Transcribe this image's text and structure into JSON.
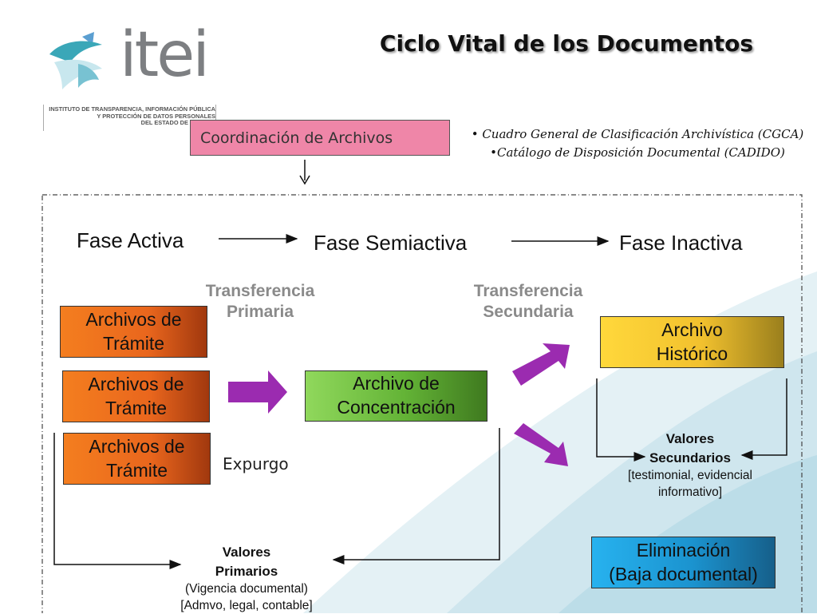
{
  "title": "Ciclo Vital de los Documentos",
  "logo": {
    "word": "itei",
    "subtitle_lines": [
      "INSTITUTO DE TRANSPARENCIA, INFORMACIÓN PÚBLICA",
      "Y PROTECCIÓN DE DATOS PERSONALES",
      "DEL ESTADO DE JALISCO"
    ]
  },
  "coordination": "Coordinación de Archivos",
  "notes": [
    "• Cuadro General de Clasificación Archivística (CGCA)",
    "•Catálogo de Disposición Documental (CADIDO)"
  ],
  "phases": {
    "active": "Fase Activa",
    "semiactive": "Fase Semiactiva",
    "inactive": "Fase Inactiva"
  },
  "transfers": {
    "primary": [
      "Transferencia",
      "Primaria"
    ],
    "secondary": [
      "Transferencia",
      "Secundaria"
    ]
  },
  "boxes": {
    "tramite_1": [
      "Archivos de",
      "Trámite"
    ],
    "tramite_2": [
      "Archivos de",
      "Trámite"
    ],
    "tramite_3": [
      "Archivos de",
      "Trámite"
    ],
    "concentracion": [
      "Archivo de",
      "Concentración"
    ],
    "historico": [
      "Archivo",
      "Histórico"
    ],
    "eliminacion": [
      "Eliminación",
      "(Baja documental)"
    ]
  },
  "expurgo": "Expurgo",
  "valores_secundarios": {
    "title": [
      "Valores",
      "Secundarios"
    ],
    "detail": [
      "[testimonial, evidencial",
      "informativo]"
    ]
  },
  "valores_primarios": {
    "title": [
      "Valores",
      "Primarios"
    ],
    "vigencia": "(Vigencia documental)",
    "detail": "[Admvo, legal, contable]"
  },
  "colors": {
    "tramite": "#e9661d",
    "concentracion": "#63b336",
    "historico": "#f2c12e",
    "eliminacion": "#1b93cf",
    "coordination": "#ef86a8",
    "arrows": "#9b2bb0",
    "logo_teal": "#3aa7b8"
  }
}
